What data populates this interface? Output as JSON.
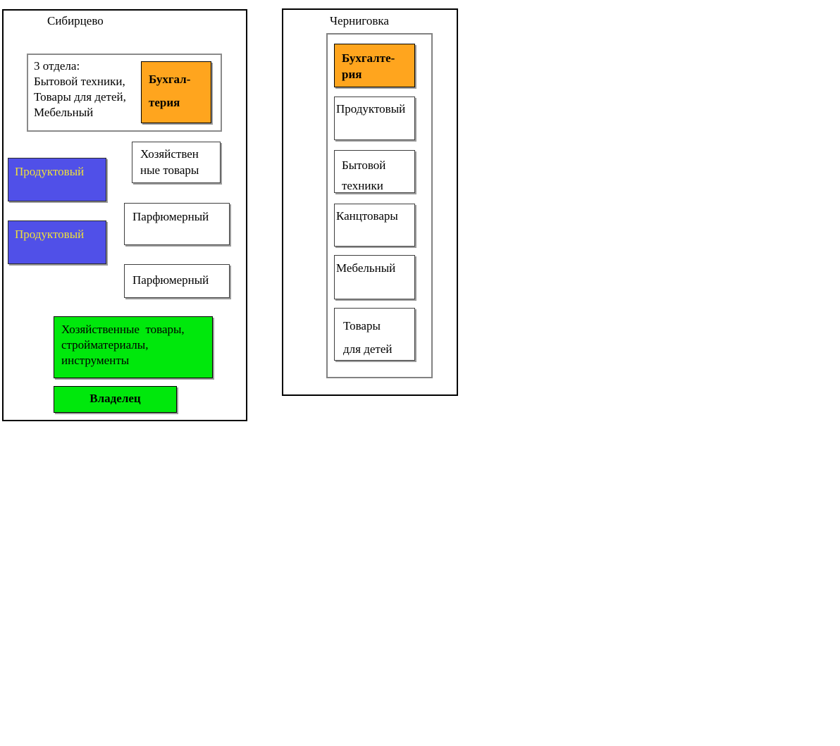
{
  "colors": {
    "region_border": "#000000",
    "orange_fill": "#FFA51E",
    "blue_fill": "#5050E8",
    "green_fill": "#00E80C",
    "yellow_text": "#EFE03A",
    "gray_border": "#8a8a8a"
  },
  "sibirtsevo": {
    "title": "Сибирцево",
    "departments_note": "3 отдела:\nБытовой техники,\nТовары для детей,\nМебельный",
    "accounting": "Бухгал-\nтерия",
    "household": "Хозяйствен\nные товары",
    "grocery_1": "Продуктовый",
    "grocery_2": "Продуктовый",
    "perfume_1": "Парфюмерный",
    "perfume_2": "Парфюмерный",
    "hardware": "Хозяйственные  товары,\nстройматериалы,\nинструменты",
    "owner": "Владелец"
  },
  "chernigovka": {
    "title": "Черниговка",
    "accounting": "Бухгалте-\nрия",
    "grocery": "Продуктовый",
    "appliances": "Бытовой\nтехники",
    "stationery": "Канцтовары",
    "furniture": "Мебельный",
    "kids_goods": "Товары\nдля детей"
  }
}
